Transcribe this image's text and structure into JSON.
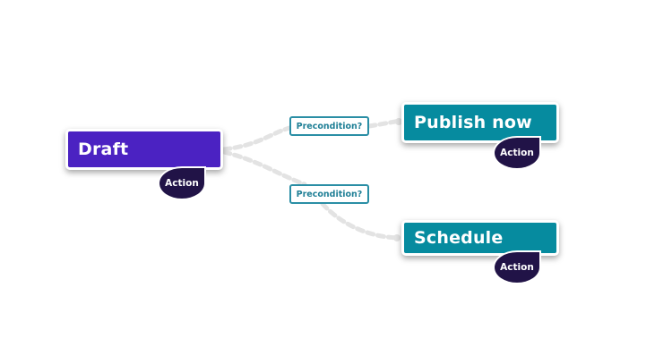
{
  "nodes": {
    "draft": {
      "label": "Draft",
      "color": "#4b22c2"
    },
    "publish_now": {
      "label": "Publish now",
      "color": "#068b9f"
    },
    "schedule": {
      "label": "Schedule",
      "color": "#068b9f"
    }
  },
  "preconditions": {
    "to_publish": {
      "label": "Precondition?"
    },
    "to_schedule": {
      "label": "Precondition?"
    }
  },
  "actions": {
    "draft": {
      "label": "Action",
      "color": "#211347"
    },
    "publish_now": {
      "label": "Action",
      "color": "#211347"
    },
    "schedule": {
      "label": "Action",
      "color": "#211347"
    }
  },
  "connector_color": "#e3e3e3"
}
